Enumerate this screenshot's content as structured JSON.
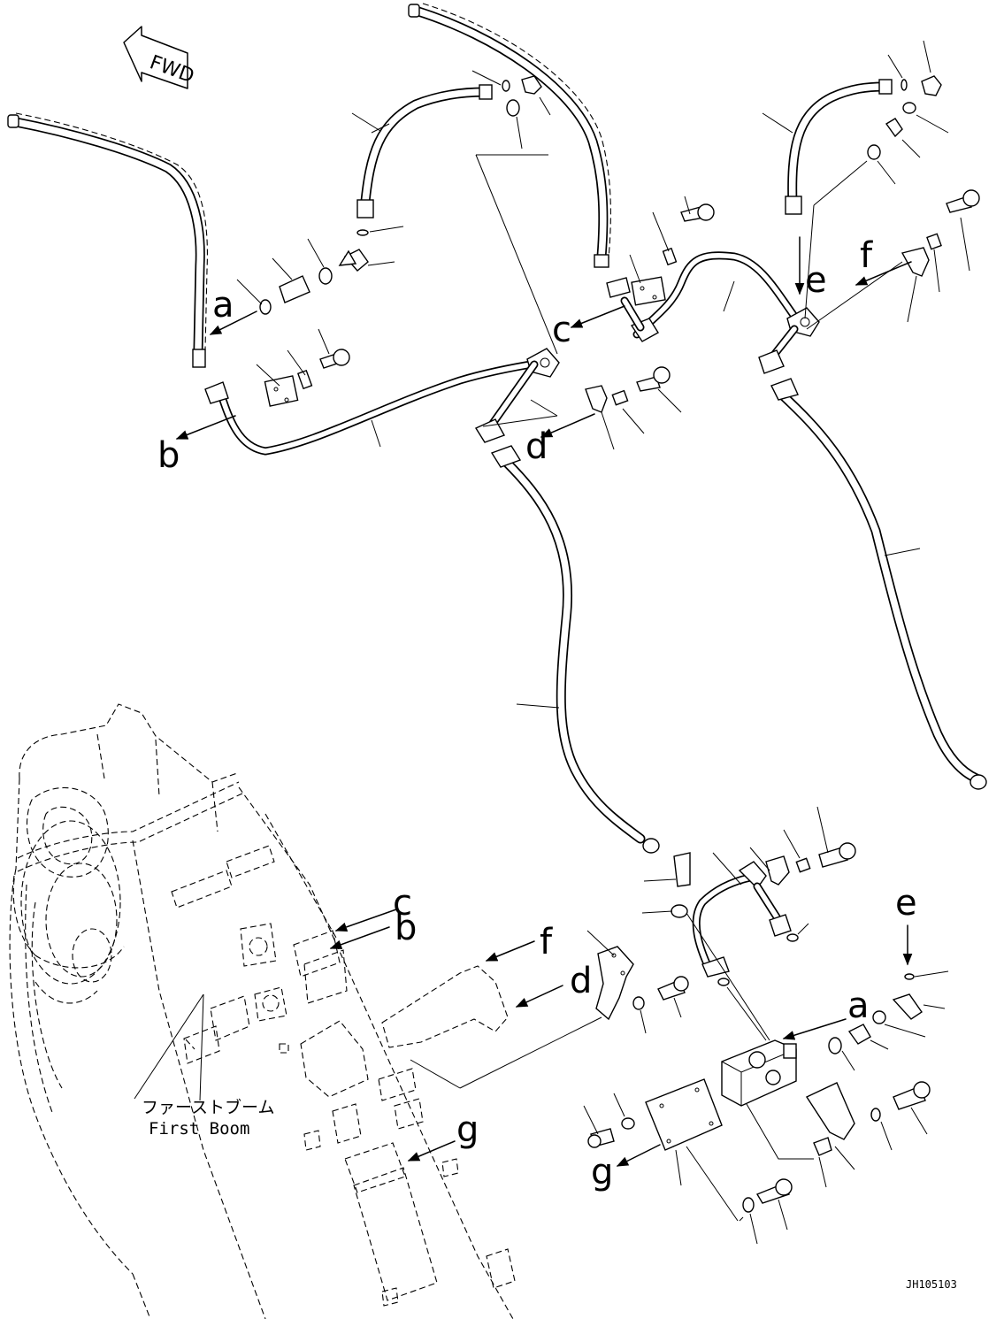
{
  "diagram": {
    "fwd_label": "FWD",
    "boom_label_jp": "ファーストブーム",
    "boom_label_en": "First Boom",
    "drawing_code": "JH105103",
    "connection_letters": {
      "a": "a",
      "b": "b",
      "c": "c",
      "d": "d",
      "e": "e",
      "f": "f",
      "g": "g"
    }
  }
}
